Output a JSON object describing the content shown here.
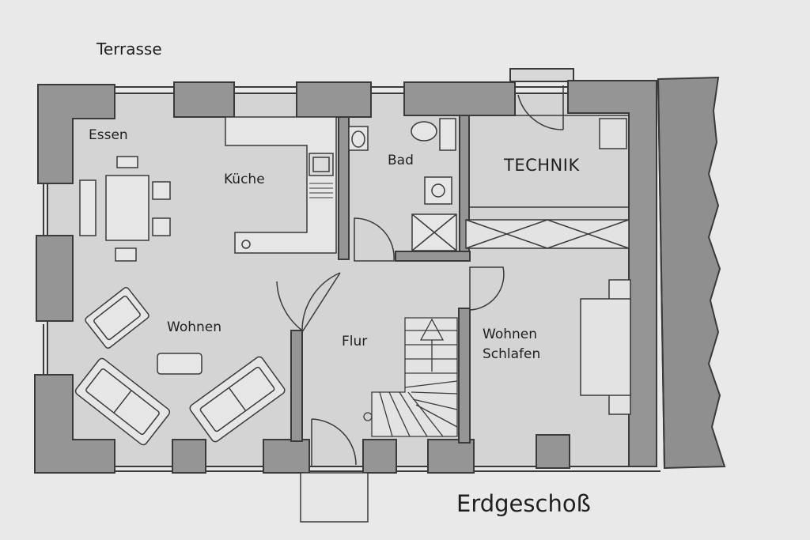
{
  "plan": {
    "floor_title": "Erdgeschoß",
    "outside_label": "Terrasse",
    "rooms": {
      "essen": "Essen",
      "kueche": "Küche",
      "bad": "Bad",
      "technik": "TECHNIK",
      "wohnen": "Wohnen",
      "flur": "Flur",
      "wohnen_schlafen_line1": "Wohnen",
      "wohnen_schlafen_line2": "Schlafen"
    }
  },
  "colors": {
    "paper": "#e9e9e9",
    "floor": "#d4d4d4",
    "wall": "#959595",
    "neighbour": "#8f8f8f",
    "line": "#3a3a3a",
    "text": "#1f1f1f"
  },
  "icons": [
    "door-swing-icon",
    "toilet-icon",
    "sink-icon",
    "shower-icon",
    "stair-arrow-icon",
    "sofa-icon",
    "armchair-icon",
    "dining-table-icon",
    "kitchen-counter-icon",
    "bed-icon"
  ]
}
